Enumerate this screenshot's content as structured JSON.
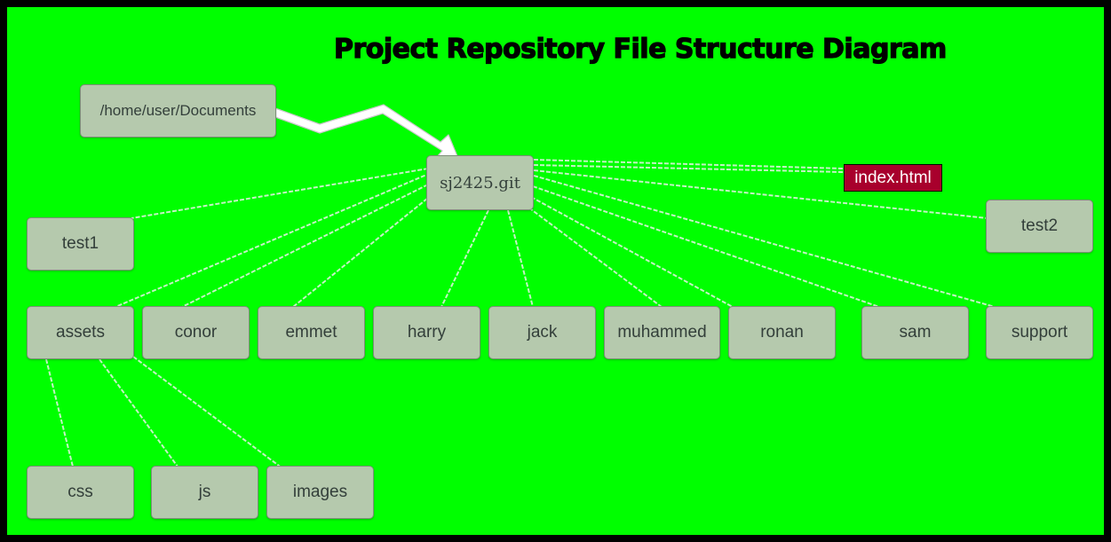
{
  "title": "Project Repository File Structure Diagram",
  "colors": {
    "page_border": "#000000",
    "background": "#00ff00",
    "node_fill": "#b5c9ad",
    "node_text": "#333f3a",
    "file_fill": "#a8002c",
    "file_text": "#ffffff",
    "link": "#e8f0e8"
  },
  "nodes": {
    "source": "/home/user/Documents",
    "repo": "sj2425.git",
    "file": "index.html",
    "test1": "test1",
    "test2": "test2",
    "assets": "assets",
    "conor": "conor",
    "emmet": "emmet",
    "harry": "harry",
    "jack": "jack",
    "muhammed": "muhammed",
    "ronan": "ronan",
    "sam": "sam",
    "support": "support",
    "css": "css",
    "js": "js",
    "images": "images"
  }
}
